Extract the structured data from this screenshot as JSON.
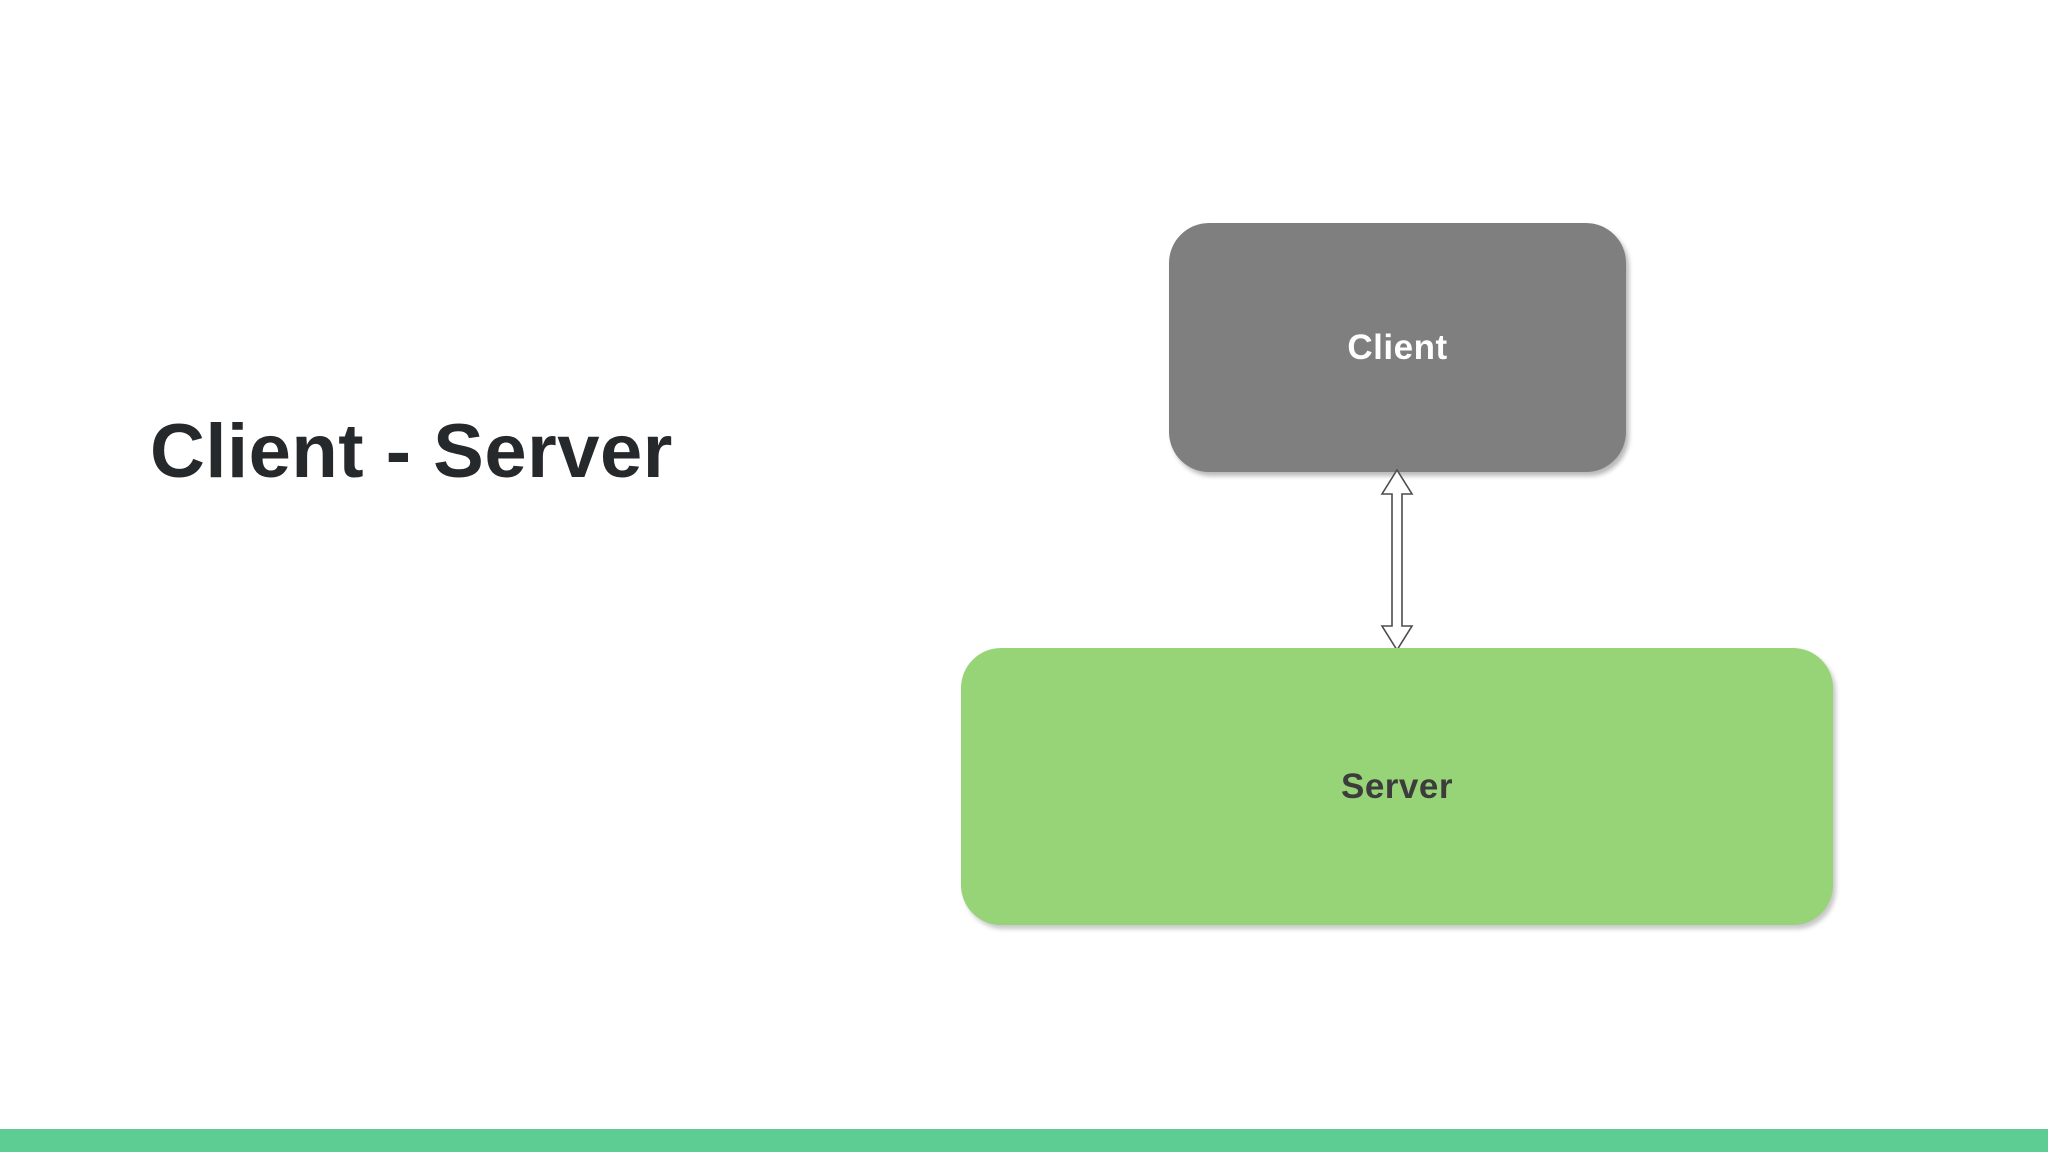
{
  "page": {
    "background": "#ffffff"
  },
  "title": {
    "text": "Client - Server",
    "color": "#26292b"
  },
  "diagram": {
    "nodes": [
      {
        "id": "client",
        "label": "Client",
        "fill": "#7f7f7f",
        "text_color": "#ffffff",
        "shape": "rounded-rectangle"
      },
      {
        "id": "server",
        "label": "Server",
        "fill": "#97d377",
        "text_color": "#3c3c3c",
        "shape": "rounded-rectangle"
      }
    ],
    "connector": {
      "type": "double-headed-arrow",
      "direction": "vertical",
      "from": "Client",
      "to": "Server",
      "fill": "#ffffff",
      "stroke": "#4d4d4d"
    }
  },
  "footer": {
    "bar_color": "#5dcd93"
  }
}
